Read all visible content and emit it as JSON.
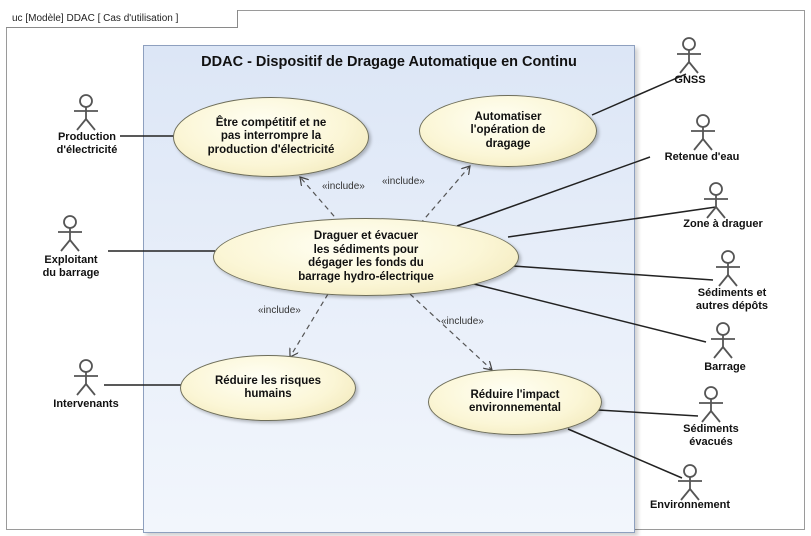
{
  "diagram": {
    "frame_label": "uc [Modèle] DDAC [ Cas d'utilisation ]",
    "system_title": "DDAC - Dispositif de Dragage Automatique en Continu",
    "use_cases": {
      "competitif": "Être compétitif et ne\npas interrompre la\nproduction d'électricité",
      "automatiser": "Automatiser\nl'opération de\ndragage",
      "draguer": "Draguer et évacuer\nles sédiments pour\ndégager les fonds du\nbarrage hydro-électrique",
      "risques": "Réduire les risques\nhumains",
      "impact": "Réduire l'impact\nenvironnemental"
    },
    "actors": {
      "production": "Production\nd'électricité",
      "exploitant": "Exploitant\ndu barrage",
      "intervenants": "Intervenants",
      "gnss": "GNSS",
      "retenue": "Retenue d'eau",
      "zone": "Zone à draguer",
      "sediments_depots": "Sédiments et\nautres dépôts",
      "barrage": "Barrage",
      "sediments_evacues": "Sédiments\névacués",
      "environnement": "Environnement"
    },
    "include_labels": {
      "to_competitif": "«include»",
      "to_automatiser": "«include»",
      "to_risques": "«include»",
      "to_impact": "«include»"
    }
  }
}
